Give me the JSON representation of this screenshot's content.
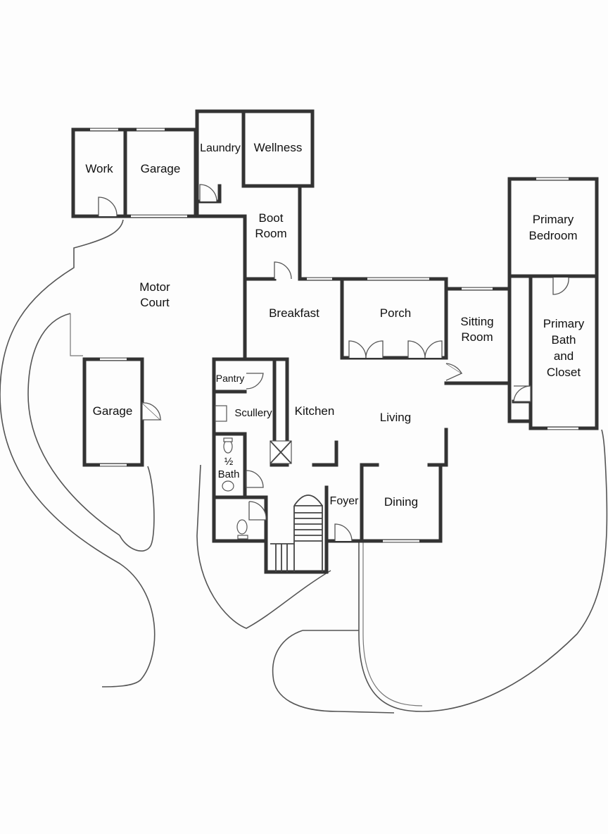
{
  "rooms": {
    "work": "Work",
    "garage_north": "Garage",
    "laundry": "Laundry",
    "wellness": "Wellness",
    "boot_room_1": "Boot",
    "boot_room_2": "Room",
    "motor_court_1": "Motor",
    "motor_court_2": "Court",
    "breakfast": "Breakfast",
    "porch": "Porch",
    "sitting_room_1": "Sitting",
    "sitting_room_2": "Room",
    "primary_bedroom_1": "Primary",
    "primary_bedroom_2": "Bedroom",
    "primary_bath_1": "Primary",
    "primary_bath_2": "Bath",
    "primary_bath_3": "and",
    "primary_bath_4": "Closet",
    "garage_west": "Garage",
    "pantry": "Pantry",
    "scullery": "Scullery",
    "kitchen": "Kitchen",
    "living": "Living",
    "half_bath_1": "½",
    "half_bath_2": "Bath",
    "foyer": "Foyer",
    "dining": "Dining"
  }
}
